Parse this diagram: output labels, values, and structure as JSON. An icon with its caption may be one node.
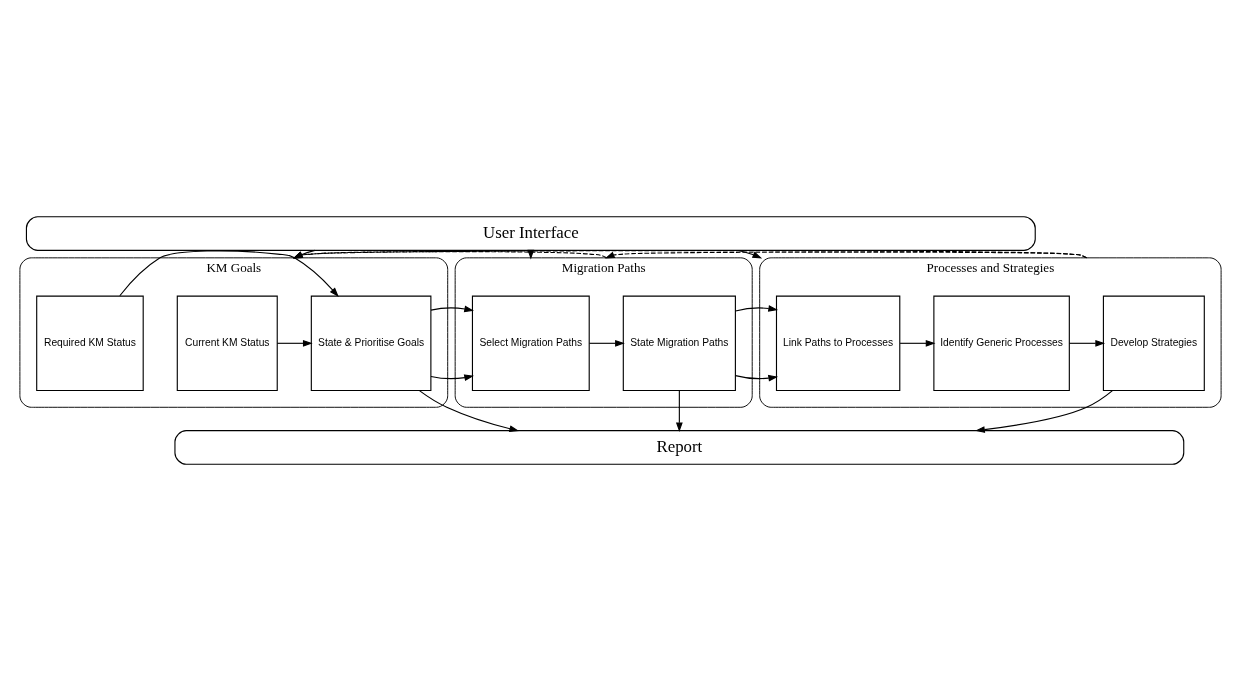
{
  "diagram": {
    "nodes": [
      {
        "text": [
          "User Interface"
        ]
      },
      {
        "text": [
          "KM Goals"
        ]
      },
      {
        "text": [
          "Current KM Status"
        ],
        "in": 1
      },
      {
        "text": [
          "Required KM Status"
        ],
        "in": 1
      },
      {
        "text": [
          "State & Prioritise Goals"
        ],
        "in": 1
      },
      {
        "text": [
          "Migration Paths"
        ]
      },
      {
        "text": [
          "Select Migration Paths"
        ],
        "in": 5
      },
      {
        "text": [
          "State Migration Paths"
        ],
        "in": 5
      },
      {
        "text": [
          "Processes and Strategies"
        ]
      },
      {
        "text": [
          "Link Paths to Processes"
        ],
        "in": 8
      },
      {
        "text": [
          "Identify Generic Processes"
        ],
        "in": 8
      },
      {
        "text": [
          "Develop Strategies"
        ],
        "in": 8
      },
      {
        "text": [
          "Report"
        ]
      }
    ],
    "edges": [
      {
        "from": 0,
        "to": 1,
        "arrow": "to"
      },
      {
        "from": 0,
        "to": 5,
        "arrow": "to"
      },
      {
        "from": 0,
        "to": 8,
        "arrow": "to"
      },
      {
        "from": 2,
        "to": 4,
        "arrow": "to"
      },
      {
        "from": 3,
        "to": 4,
        "arrow": "to"
      },
      {
        "from": 4,
        "to": 6,
        "arrow": "to"
      },
      {
        "from": 6,
        "to": 7,
        "arrow": "to"
      },
      {
        "from": 7,
        "to": 9,
        "arrow": "to"
      },
      {
        "from": 9,
        "to": 10,
        "arrow": "to"
      },
      {
        "from": 10,
        "to": 11,
        "arrow": "to"
      },
      {
        "from": 4,
        "to": 12,
        "arrow": "to"
      },
      {
        "from": 7,
        "to": 12,
        "arrow": "to"
      },
      {
        "from": 11,
        "to": 12,
        "arrow": "to"
      },
      {
        "from": 5,
        "to": 1,
        "arrow": "to",
        "style": "dashed"
      },
      {
        "from": 8,
        "to": 5,
        "arrow": "to",
        "style": "dashed"
      },
      {
        "from": 8,
        "to": 1,
        "arrow": "to",
        "style": "dashed"
      }
    ]
  }
}
